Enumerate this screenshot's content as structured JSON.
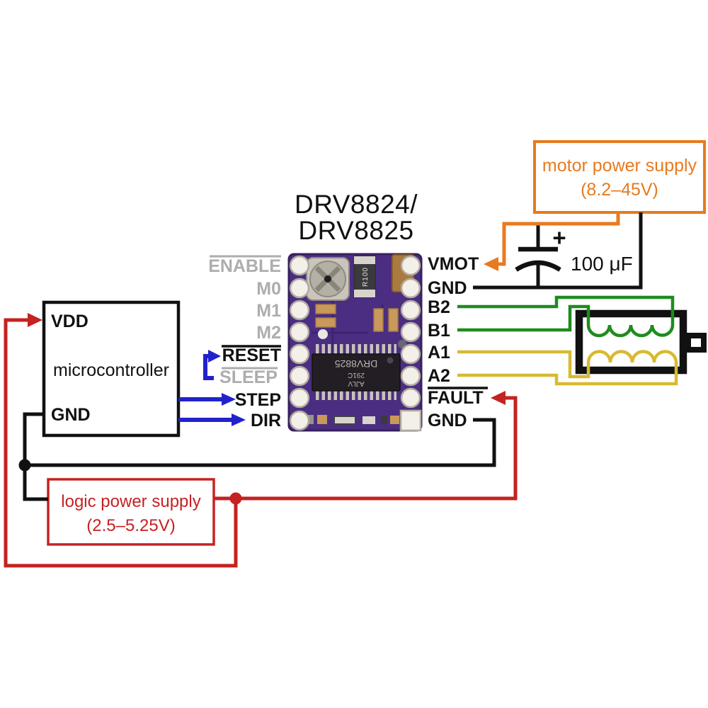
{
  "title": {
    "line1": "DRV8824/",
    "line2": "DRV8825"
  },
  "driver_board": {
    "left_pins": [
      {
        "label": "ENABLE",
        "overline": true,
        "muted": true
      },
      {
        "label": "M0",
        "overline": false,
        "muted": true
      },
      {
        "label": "M1",
        "overline": false,
        "muted": true
      },
      {
        "label": "M2",
        "overline": false,
        "muted": true
      },
      {
        "label": "RESET",
        "overline": true,
        "muted": false
      },
      {
        "label": "SLEEP",
        "overline": true,
        "muted": true
      },
      {
        "label": "STEP",
        "overline": false,
        "muted": false
      },
      {
        "label": "DIR",
        "overline": false,
        "muted": false
      }
    ],
    "right_pins": [
      {
        "label": "VMOT",
        "overline": false
      },
      {
        "label": "GND",
        "overline": false
      },
      {
        "label": "B2",
        "overline": false
      },
      {
        "label": "B1",
        "overline": false
      },
      {
        "label": "A1",
        "overline": false
      },
      {
        "label": "A2",
        "overline": false
      },
      {
        "label": "FAULT",
        "overline": true
      },
      {
        "label": "GND",
        "overline": false
      }
    ],
    "chip_marking": {
      "line1": "AJLV",
      "line2": "291C",
      "line3": "DRV8825"
    },
    "resistor_label": "R100"
  },
  "microcontroller": {
    "name": "microcontroller",
    "vdd_label": "VDD",
    "gnd_label": "GND"
  },
  "motor_power_supply": {
    "line1": "motor power supply",
    "line2": "(8.2–45V)"
  },
  "logic_power_supply": {
    "line1": "logic power supply",
    "line2": "(2.5–5.25V)"
  },
  "capacitor": {
    "value": "100 μF",
    "polarity_mark": "+"
  },
  "colors": {
    "motor_supply_orange": "#e87a1e",
    "logic_supply_red": "#c52222",
    "signal_blue": "#2222cc",
    "coil_b_green": "#1e8c1e",
    "coil_a_yellow": "#d8ba32",
    "wire_black": "#111111",
    "muted_pin_gray": "#adadad",
    "board_purple": "#4b2e82"
  }
}
